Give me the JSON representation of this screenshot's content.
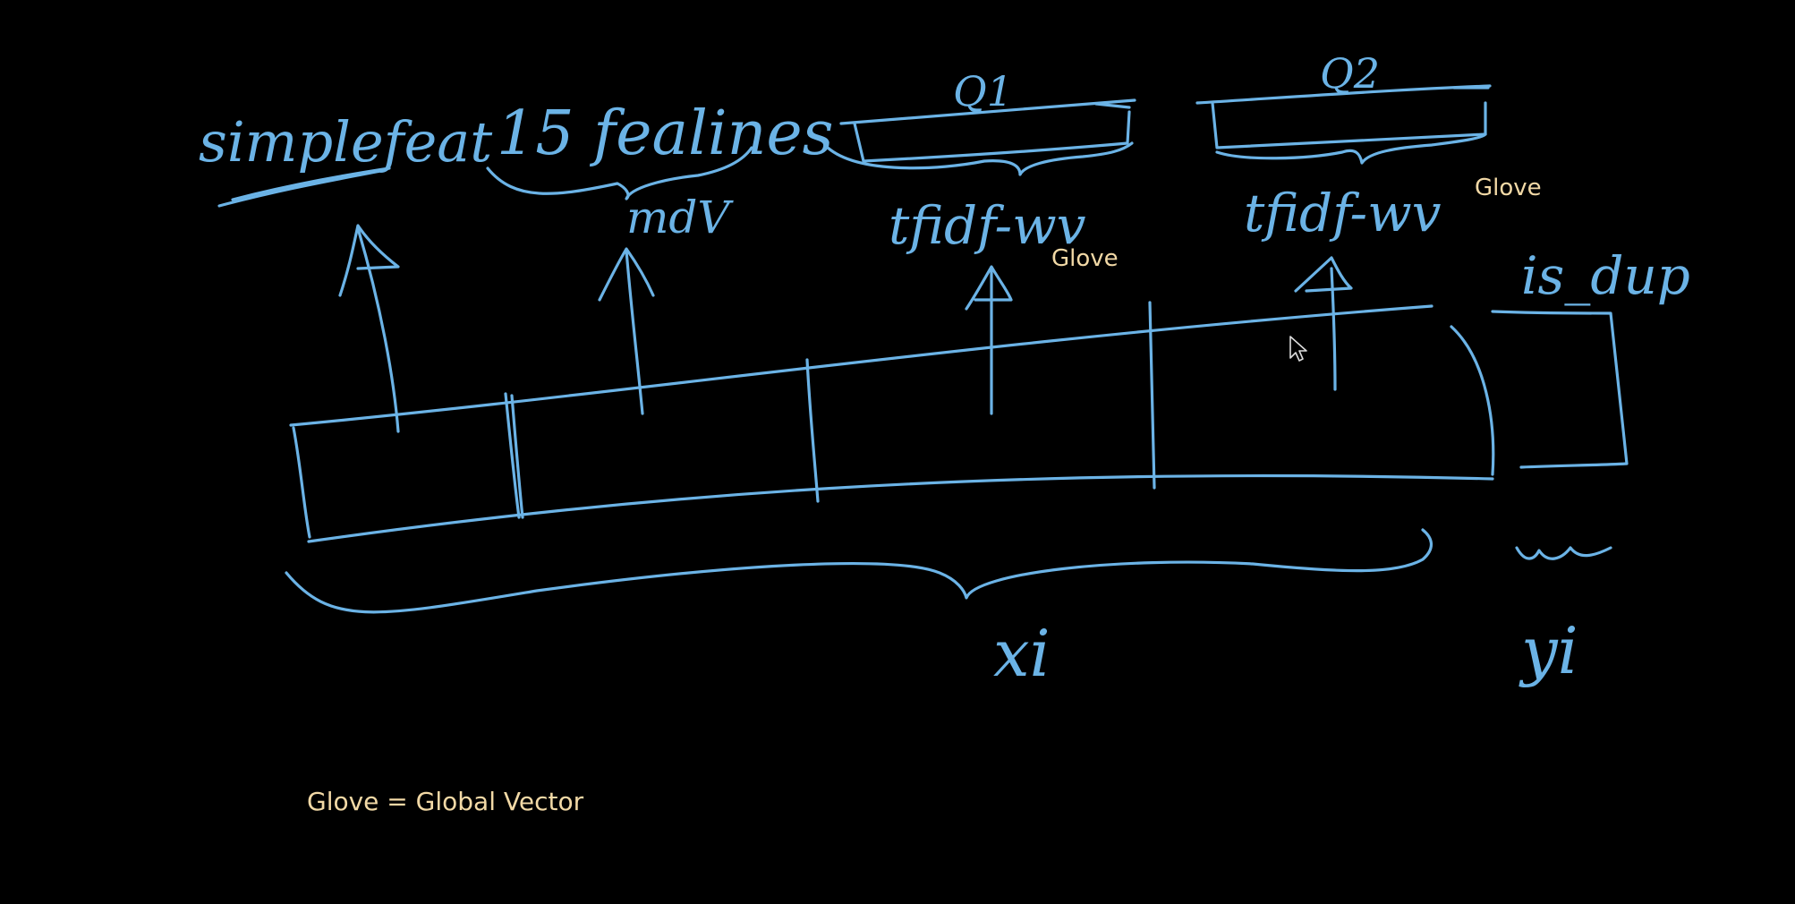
{
  "colors": {
    "background": "#000000",
    "ink": "#6bb3e6",
    "note": "#f2d9a6"
  },
  "labels": {
    "simple_feat": "simplefeat",
    "fifteen_features": "15 fealines",
    "mdv": "mdV",
    "tfidf_wv_1": "tfidf-wv",
    "tfidf_wv_2": "tfidf-wv",
    "q1": "Q1",
    "q2": "Q2",
    "is_dup": "is_dup",
    "xi": "xi",
    "yi": "yi"
  },
  "notes": {
    "glove_1": "Glove",
    "glove_2": "Glove",
    "legend": "Glove = Global Vector"
  },
  "cursor": {
    "icon": "mouse-pointer-icon"
  }
}
